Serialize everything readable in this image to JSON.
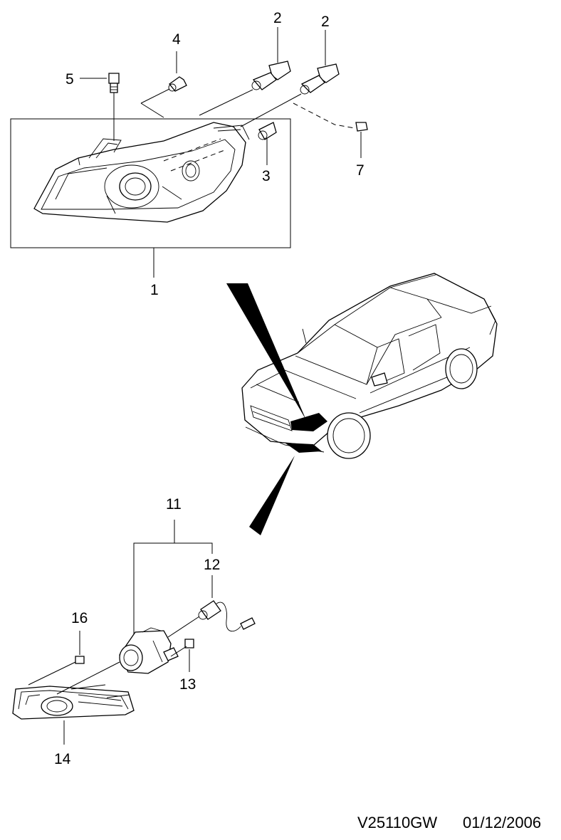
{
  "callouts": {
    "c1": "1",
    "c2a": "2",
    "c2b": "2",
    "c3": "3",
    "c4": "4",
    "c5": "5",
    "c7": "7",
    "c11": "11",
    "c12": "12",
    "c13": "13",
    "c14": "14",
    "c16": "16"
  },
  "footer": {
    "drawing_code": "V25110GW",
    "date": "01/12/2006"
  }
}
